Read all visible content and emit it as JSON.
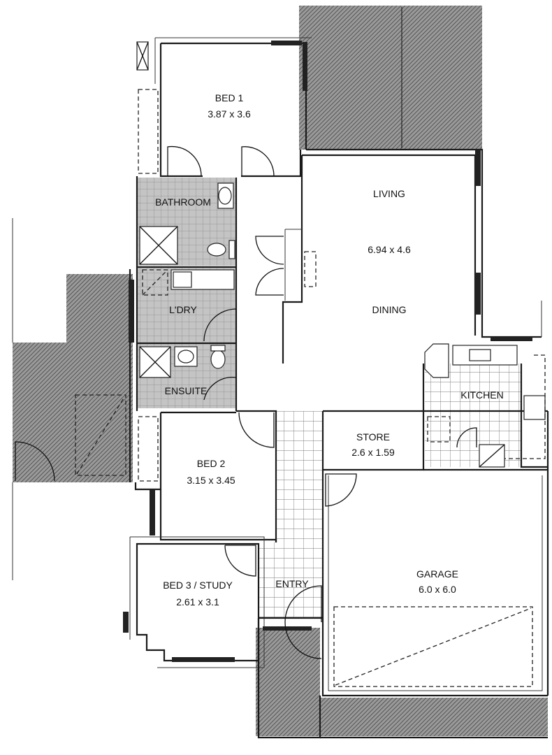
{
  "rooms": {
    "bed1": {
      "label": "BED 1",
      "dims": "3.87 x 3.6"
    },
    "living": {
      "label": "LIVING",
      "dims": "6.94 x 4.6"
    },
    "dining": {
      "label": "DINING"
    },
    "bathroom": {
      "label": "BATHROOM"
    },
    "laundry": {
      "label": "L'DRY"
    },
    "ensuite": {
      "label": "ENSUITE"
    },
    "kitchen": {
      "label": "KITCHEN"
    },
    "store": {
      "label": "STORE",
      "dims": "2.6 x 1.59"
    },
    "bed2": {
      "label": "BED 2",
      "dims": "3.15 x 3.45"
    },
    "garage": {
      "label": "GARAGE",
      "dims": "6.0 x 6.0"
    },
    "bed3": {
      "label": "BED 3 / STUDY",
      "dims": "2.61 x 3.1"
    },
    "entry": {
      "label": "ENTRY"
    }
  },
  "colors": {
    "hatch": "#8a8a8a",
    "wet_area_tile": "#c8c8c8",
    "wall": "#1a1a1a",
    "background": "#ffffff"
  }
}
